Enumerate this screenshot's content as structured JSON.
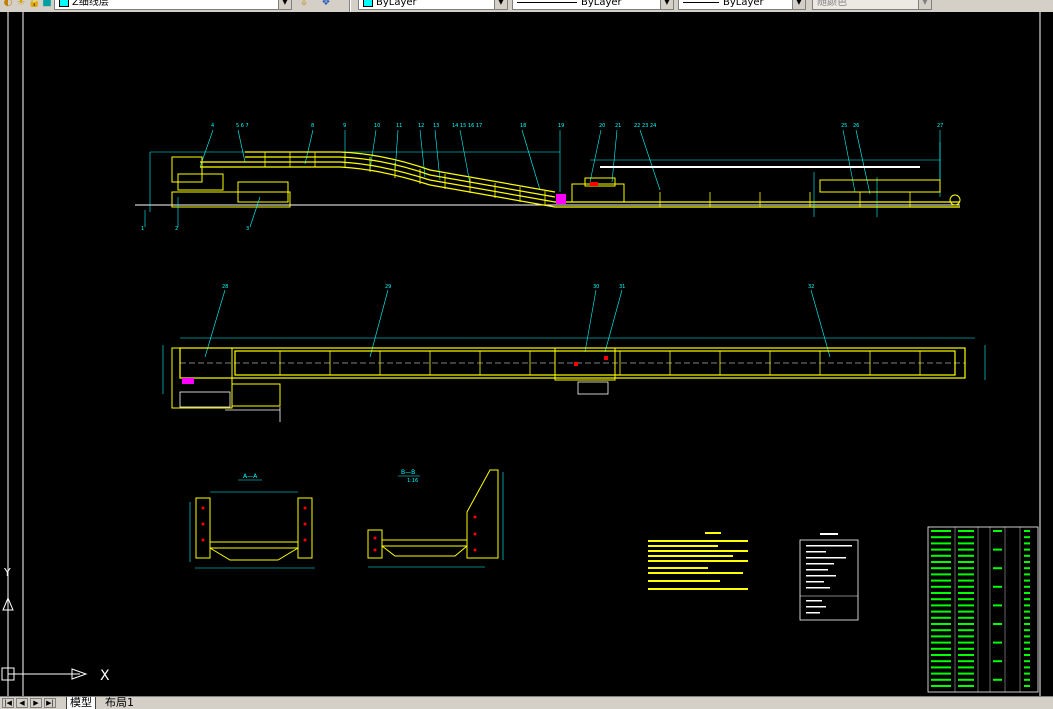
{
  "toolbar": {
    "layer_name": "Z细线层",
    "color_value": "ByLayer",
    "linetype_value": "ByLayer",
    "lineweight_value": "ByLayer",
    "plotstyle_value": "随颜色"
  },
  "canvas": {
    "background": "#000000",
    "ucs_x_label": "X",
    "ucs_y_label": "Y"
  },
  "colors": {
    "yellow": "#ffff00",
    "cyan": "#00ffff",
    "green": "#00ff00",
    "white": "#ffffff",
    "red": "#ff0000",
    "magenta": "#ff00ff"
  },
  "sections": {
    "section_a_title": "A—A",
    "section_b_title": "B—B",
    "section_b_scale": "1:16"
  },
  "tabs": {
    "model": "模型",
    "layout1": "布局1"
  }
}
